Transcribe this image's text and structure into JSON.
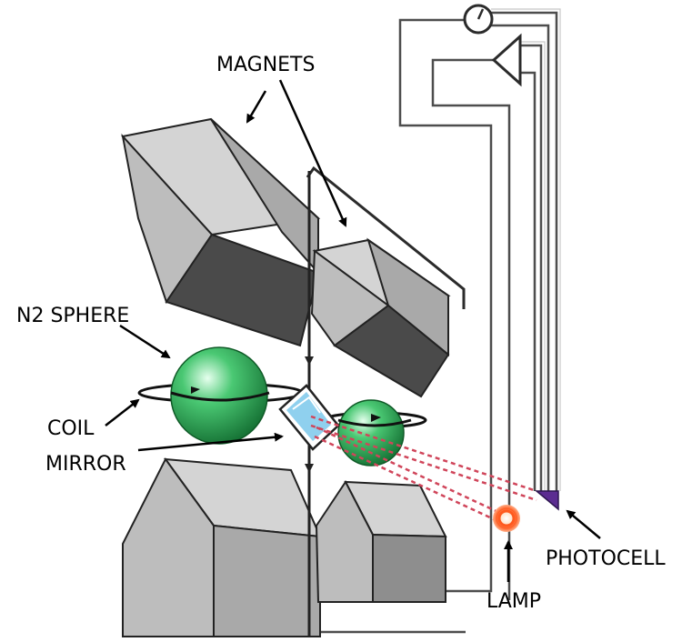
{
  "labels": {
    "magnets": "MAGNETS",
    "n2_sphere": "N2 SPHERE",
    "coil": "COIL",
    "mirror": "MIRROR",
    "photocell": "PHOTOCELL",
    "lamp": "LAMP"
  },
  "colors": {
    "magnet_light": "#d4d4d4",
    "magnet_mid": "#a9a9a9",
    "magnet_dark": "#4a4a4a",
    "sphere": "#27a34f",
    "mirror": "#8fd0ee",
    "beam": "#d0455a",
    "lamp": "#ff5a1f",
    "photocell": "#5b2c91",
    "wire": "#4d4d4d"
  }
}
